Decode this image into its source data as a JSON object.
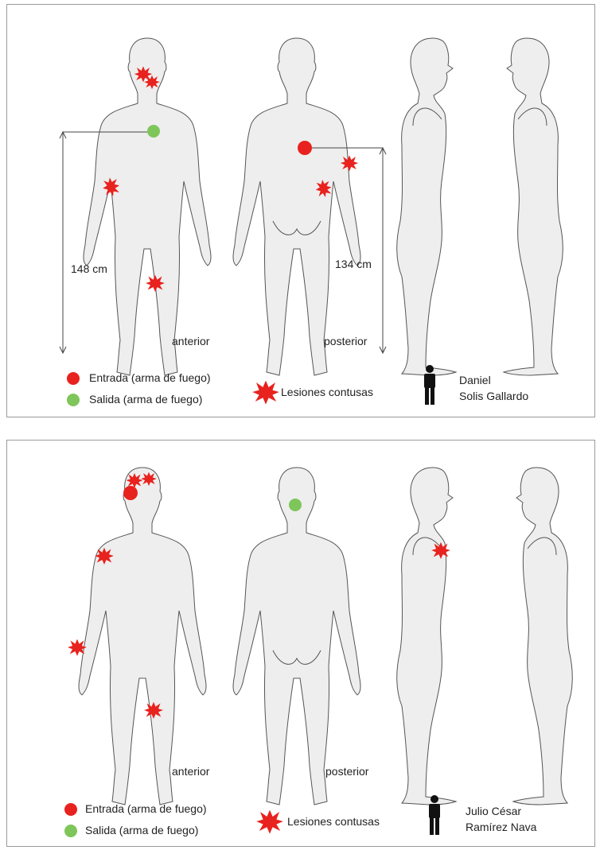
{
  "colors": {
    "entry": "#e8221e",
    "exit": "#7ec65a",
    "body_fill": "#eeeeee",
    "body_stroke": "#555555",
    "bruise": "#e8221e"
  },
  "panels": [
    {
      "view_front": "anterior",
      "view_back": "posterior",
      "height_front": "148 cm",
      "height_back": "134 cm",
      "legend": {
        "entry": "Entrada (arma de fuego)",
        "exit": "Salida (arma de fuego)",
        "bruises": "Lesiones contusas"
      },
      "person_line1": "Daniel",
      "person_line2": "Solis Gallardo"
    },
    {
      "view_front": "anterior",
      "view_back": "posterior",
      "legend": {
        "entry": "Entrada (arma de fuego)",
        "exit": "Salida (arma de fuego)",
        "bruises": "Lesiones contusas"
      },
      "person_line1": "Julio César",
      "person_line2": "Ramírez Nava"
    }
  ],
  "icons": [
    "person-icon",
    "entry-dot-icon",
    "exit-dot-icon",
    "bruise-icon"
  ]
}
